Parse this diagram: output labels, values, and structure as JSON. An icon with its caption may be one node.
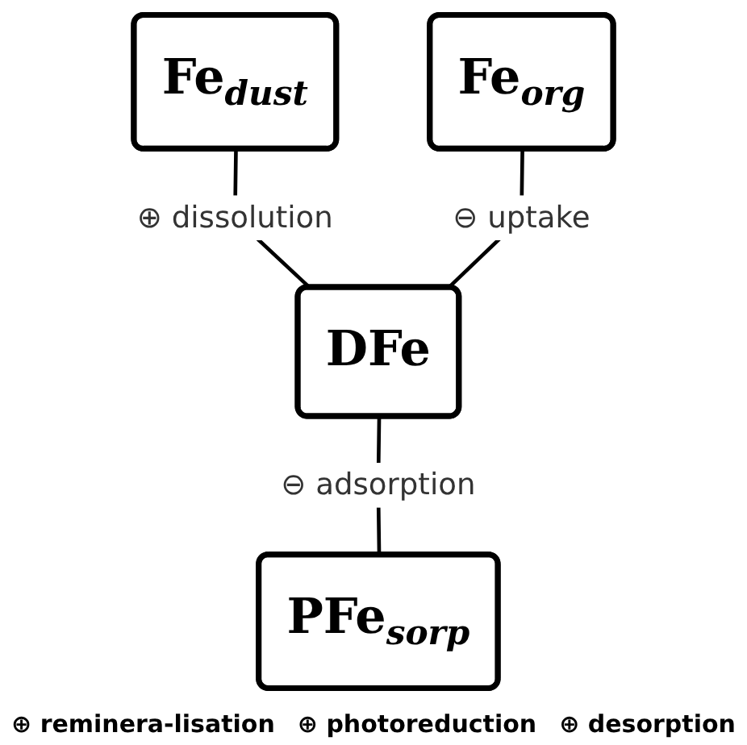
{
  "diagram": {
    "nodes": [
      {
        "text": [
          "Fe$_{dust}$"
        ]
      },
      {
        "text": [
          "Fe$_{org}$"
        ]
      },
      {
        "text": [
          "DFe"
        ]
      },
      {
        "text": [
          "PFe$_{sorp}$"
        ]
      }
    ],
    "edges": [
      {
        "from": 0,
        "to": 2,
        "arrow": "none",
        "label": "⊕ dissolution"
      },
      {
        "from": 1,
        "to": 2,
        "arrow": "none",
        "label": "⊖ uptake"
      },
      {
        "from": 2,
        "to": 3,
        "arrow": "none",
        "label": "⊖ adsorption"
      }
    ],
    "labels": [
      "⊕ reminera-lisation",
      "⊕ photoreduction",
      "⊕ desorption"
    ]
  }
}
